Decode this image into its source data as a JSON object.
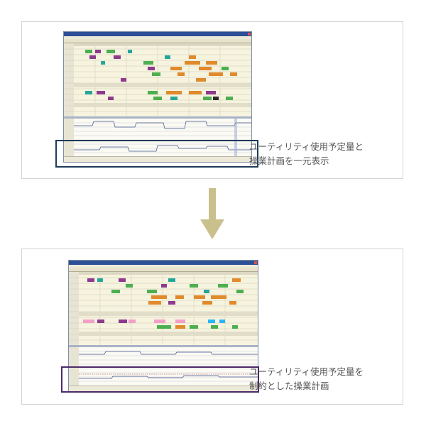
{
  "colors": {
    "panel_border": "#d4d4d4",
    "highlight_top": "#1e3a5a",
    "highlight_bottom": "#4b2a6b",
    "arrow": "#c9c08e",
    "caption_text": "#555555",
    "window_titlebar": "#2d4f96",
    "gantt_bg": "#f4f1df"
  },
  "top_panel": {
    "caption_line1": "ユーティリティ使用予定量と",
    "caption_line2": "操業計画を一元表示"
  },
  "bottom_panel": {
    "caption_line1": "ユーティリティ使用予定量を",
    "caption_line2": "制約とした操業計画"
  },
  "arrow_icon": "down-arrow-icon"
}
